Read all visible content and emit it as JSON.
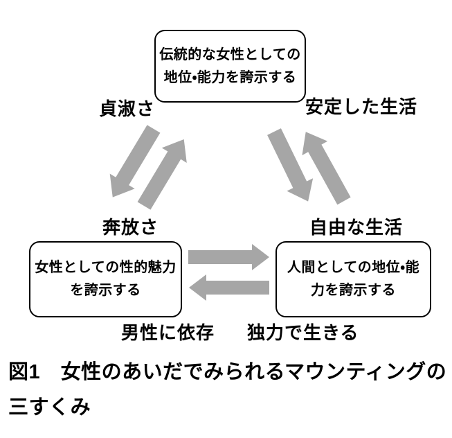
{
  "colors": {
    "background": "#ffffff",
    "arrow": "#a6a6a6",
    "box_border": "#000000",
    "text": "#000000"
  },
  "boxes": {
    "top": {
      "lines": [
        "伝統的な女性としての",
        "地位・能力を誇示する"
      ]
    },
    "bottom_left": {
      "lines": [
        "女性としての性的魅力",
        "を誇示する"
      ]
    },
    "bottom_right": {
      "lines": [
        "人間としての地位・能",
        "力を誇示する"
      ]
    }
  },
  "edge_labels": {
    "chastity": "貞淑さ",
    "stable_life": "安定した生活",
    "wildness": "奔放さ",
    "free_life": "自由な生活",
    "depend_on_men": "男性に依存",
    "live_independently": "独力で生きる"
  },
  "caption": {
    "lines": [
      "図1　女性のあいだでみられるマウンティングの",
      "三すくみ"
    ]
  }
}
